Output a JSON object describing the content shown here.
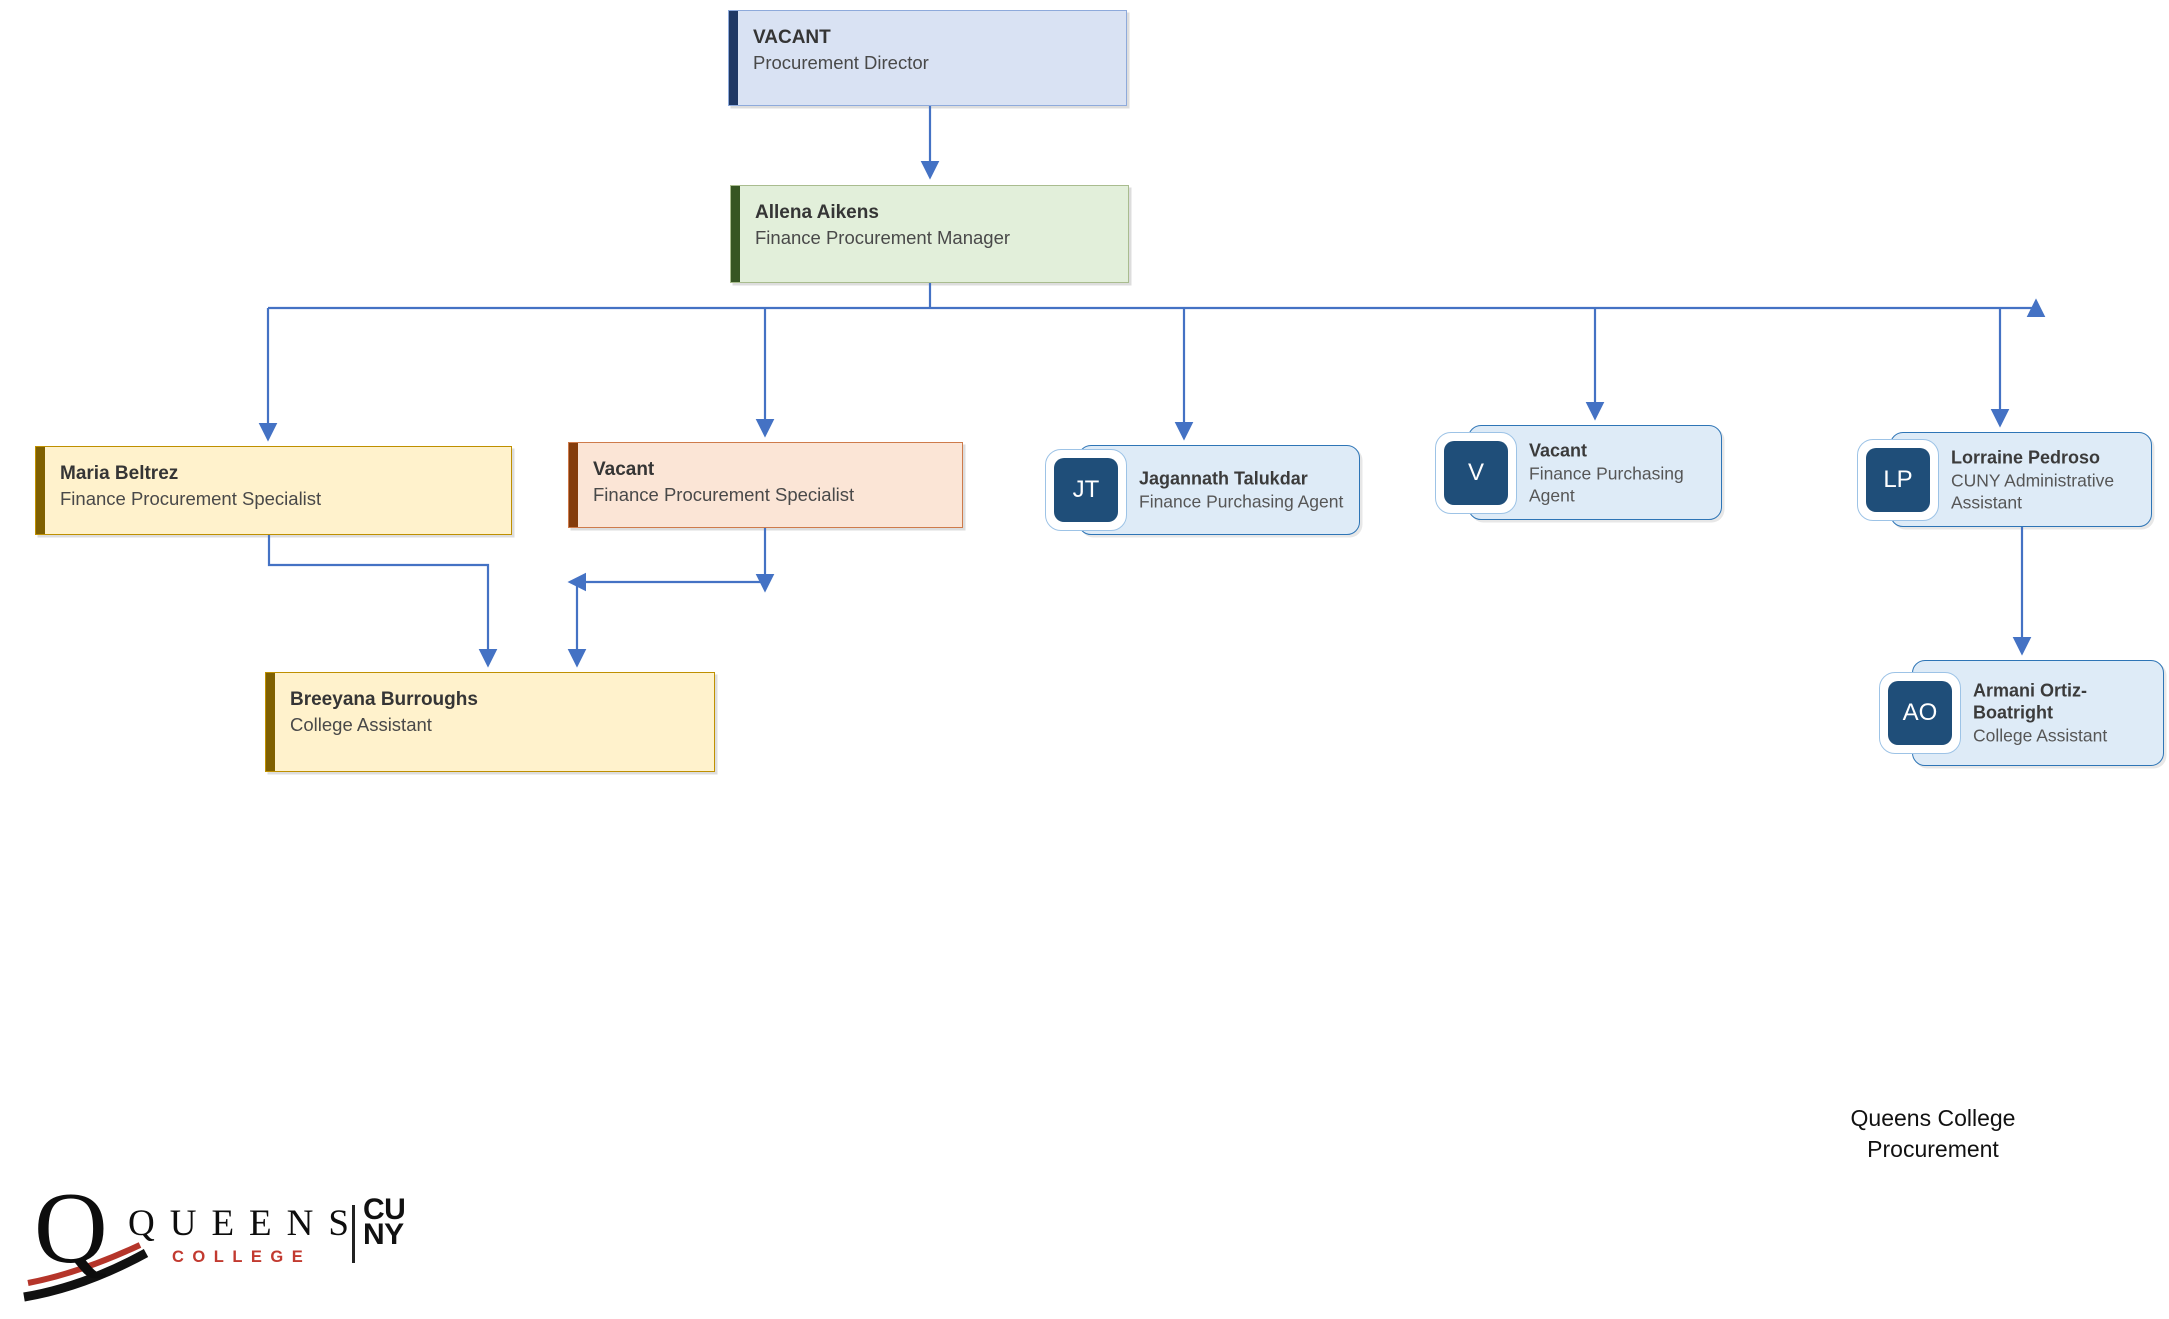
{
  "diagram_title": "Queens College Procurement",
  "nodes": {
    "director": {
      "name": "VACANT",
      "role": "Procurement Director"
    },
    "manager": {
      "name": "Allena Aikens",
      "role": "Finance Procurement Manager"
    },
    "maria": {
      "name": "Maria Beltrez",
      "role": "Finance Procurement Specialist"
    },
    "vacant_specialist": {
      "name": "Vacant",
      "role": "Finance Procurement Specialist"
    },
    "jagannath": {
      "name": "Jagannath Talukdar",
      "role": "Finance Purchasing Agent",
      "initials": "JT"
    },
    "vacant_agent": {
      "name": "Vacant",
      "role": "Finance Purchasing Agent",
      "initials": "V"
    },
    "lorraine": {
      "name": "Lorraine Pedroso",
      "role": "CUNY Administrative Assistant",
      "initials": "LP"
    },
    "breeyana": {
      "name": "Breeyana Burroughs",
      "role": "College Assistant"
    },
    "armani": {
      "name": "Armani Ortiz-Boatright",
      "role": "College Assistant",
      "initials": "AO"
    }
  },
  "footer": {
    "line1": "Queens College",
    "line2": "Procurement"
  },
  "logo": {
    "q": "Q",
    "queens": "QUEENS",
    "college": "COLLEGE",
    "cu": "CU",
    "ny": "NY"
  },
  "colors": {
    "connector_blue": "#4472C4",
    "director_fill": "#D9E2F3",
    "director_bar": "#1F3864",
    "director_border": "#8EAADB",
    "manager_fill": "#E2EFDA",
    "manager_bar": "#375623",
    "manager_border": "#A9BC8F",
    "yellow_fill": "#FFF2CC",
    "yellow_bar": "#7F6000",
    "yellow_border": "#BF9000",
    "peach_fill": "#FBE5D6",
    "peach_bar": "#843C0C",
    "peach_border": "#CE7B4B",
    "card_fill": "#DEEBF7",
    "card_border": "#2E75B6",
    "avatar_fill": "#1F4E79",
    "college_red": "#C23A30"
  }
}
